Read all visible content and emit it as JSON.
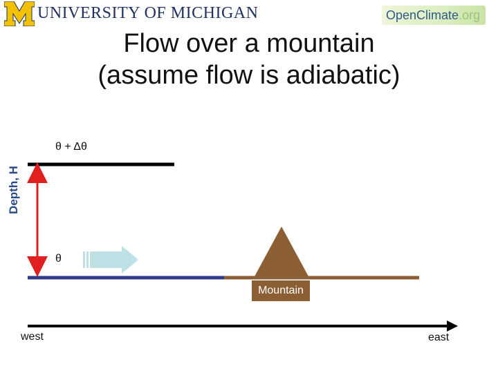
{
  "header": {
    "logo_text": "UNIVERSITY OF MICHIGAN",
    "badge": {
      "open": "Open",
      "climate": "Climate",
      "org": ".org"
    }
  },
  "title": {
    "line1": "Flow over a mountain",
    "line2": "(assume flow is adiabatic)"
  },
  "diagram": {
    "top_theta_label": "θ + Δθ",
    "bottom_theta_label": "θ",
    "depth_label": "Depth, H",
    "mountain_label": "Mountain",
    "west_label": "west",
    "east_label": "east",
    "colors": {
      "ground_flat": "#2e3a87",
      "ground_mountain": "#8b5e34",
      "depth_arrow": "#e0201e",
      "flow_arrow": "#bfe1e6",
      "axis": "#000000"
    }
  }
}
